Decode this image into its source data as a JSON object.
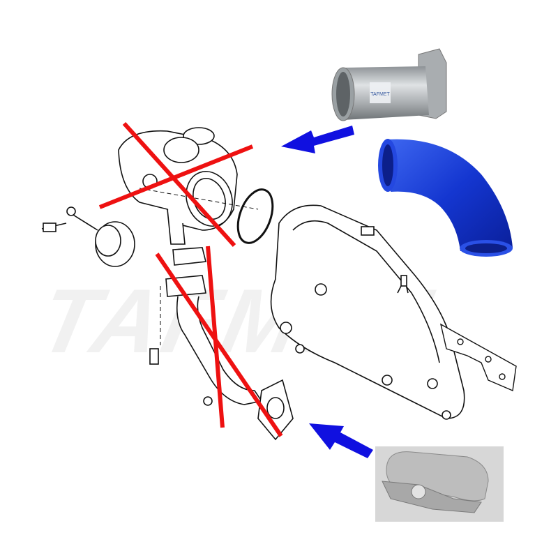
{
  "watermark": "TAFMET",
  "pipe_label": "TAFMET",
  "colors": {
    "cross_red": "#ee1111",
    "arrow_blue": "#1010e0",
    "hose_blue": "#1a3fd8",
    "line_art": "#111111",
    "aluminium": "#b8bcbf"
  },
  "parts": {
    "egr_valve": {
      "status": "removed"
    },
    "egr_pipe": {
      "status": "removed"
    },
    "replacement_pipe": {
      "status": "added"
    },
    "silicone_hose": {
      "status": "added"
    },
    "blanking_plate": {
      "status": "added"
    }
  }
}
